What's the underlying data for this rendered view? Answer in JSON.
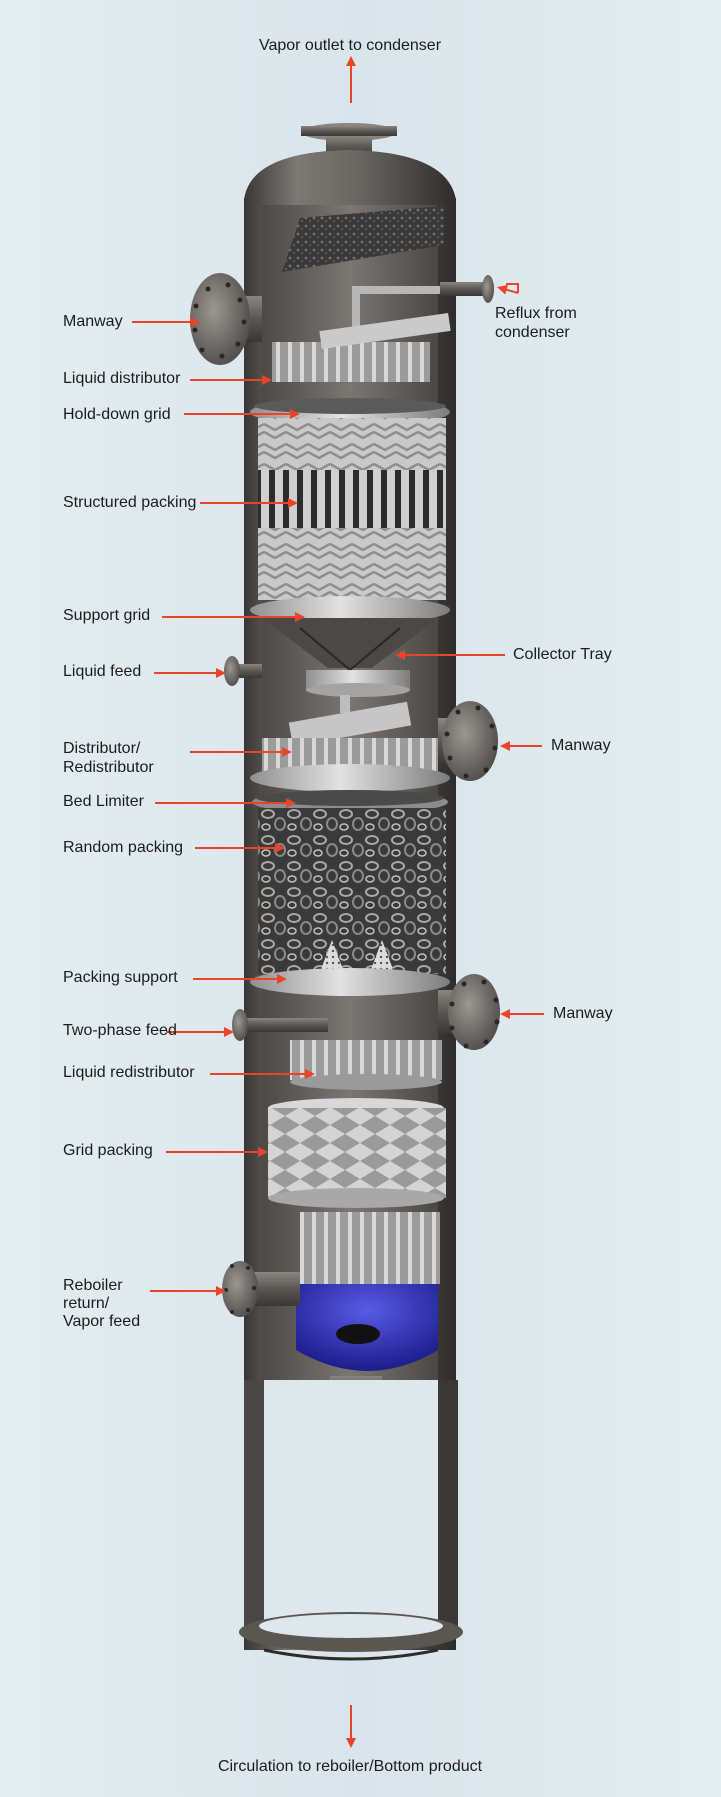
{
  "labels": {
    "vapor_outlet": "Vapor outlet to condenser",
    "reflux": [
      "Reflux from",
      "condenser"
    ],
    "manway_top": "Manway",
    "liquid_distributor": "Liquid distributor",
    "hold_down_grid": "Hold-down grid",
    "structured_packing": "Structured packing",
    "support_grid": "Support grid",
    "collector_tray": "Collector Tray",
    "liquid_feed": "Liquid feed",
    "distributor": [
      "Distributor/",
      "Redistributor"
    ],
    "manway_mid": "Manway",
    "bed_limiter": "Bed Limiter",
    "random_packing": "Random packing",
    "packing_support": "Packing support",
    "manway_low": "Manway",
    "two_phase_feed": "Two-phase feed",
    "liquid_redistributor": "Liquid redistributor",
    "grid_packing": "Grid packing",
    "reboiler": [
      "Reboiler",
      "return/",
      "Vapor feed"
    ],
    "bottom": "Circulation to reboiler/Bottom product"
  },
  "colors": {
    "arrow": "#e8442a",
    "shell": "#6e6a66",
    "shell_dark": "#3f3c3a",
    "internals": "#b9b9b9",
    "sump_liquid": "#3f3fd0"
  }
}
